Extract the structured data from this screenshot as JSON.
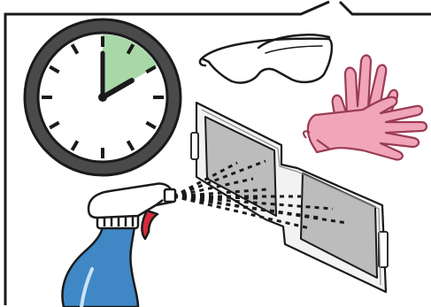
{
  "illustration": {
    "panel_label": "",
    "icons": [
      "clock-icon",
      "safety-glasses-icon",
      "gloves-icon",
      "spray-bottle-icon",
      "visor-panel-icon",
      "spray-mist-icon"
    ],
    "colors": {
      "outline": "#1a1a1a",
      "clock_rim": "#4a4a4a",
      "clock_elapsed": "#a8d8a8",
      "glove_fill": "#f0a6b8",
      "glove_stroke": "#9b3b55",
      "bottle_fill": "#3f88c5",
      "sprayer_fill": "#ffffff",
      "trigger_fill": "#d62b3a",
      "visor_frame": "#f2f2f2",
      "visor_lens": "#bcbcbc"
    },
    "clock": {
      "hour": 2,
      "minute": 0,
      "elapsed_minutes": 10
    }
  }
}
